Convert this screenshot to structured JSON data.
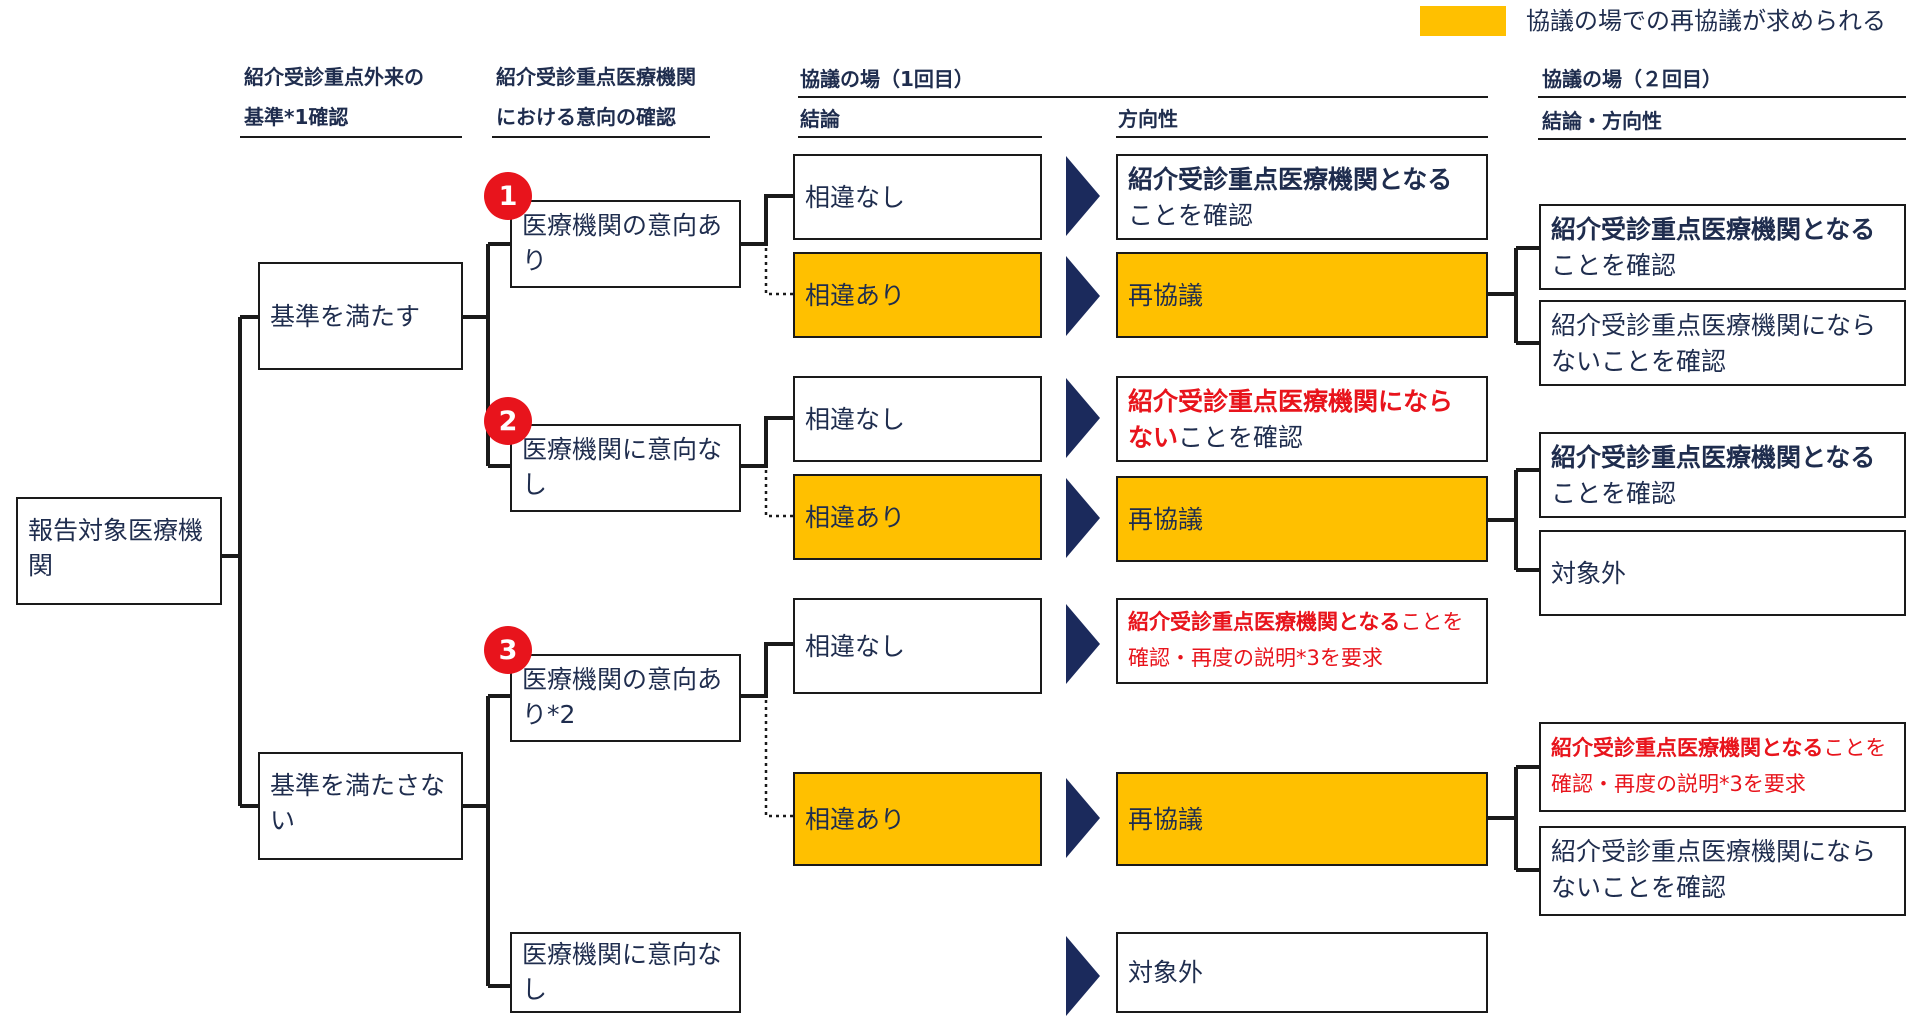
{
  "colors": {
    "highlight": "#ffc000",
    "emphasis": "#e8141c",
    "navy": "#1f2d4e",
    "badge": "#e8141c"
  },
  "legend": {
    "label": "協議の場での再協議が求められる"
  },
  "headers": {
    "col1_line1": "紹介受診重点外来の",
    "col1_line2": "基準*1確認",
    "col2_line1": "紹介受診重点医療機関",
    "col2_line2": "における意向の確認",
    "round1": "協議の場（1回目）",
    "round1_conclusion": "結論",
    "round1_direction": "方向性",
    "round2": "協議の場（２回目）",
    "round2_sub": "結論・方向性"
  },
  "root": {
    "label": "報告対象医療機関"
  },
  "criteria": {
    "meets": "基準を満たす",
    "not_meets": "基準を満たさない"
  },
  "badges": [
    "1",
    "2",
    "3"
  ],
  "intent": {
    "yes": "医療機関の意向あり",
    "no": "医療機関に意向なし",
    "yes2": "医療機関の意向あり*2",
    "no2": "医療機関に意向なし"
  },
  "conclusion": {
    "no_diff": "相違なし",
    "diff": "相違あり"
  },
  "direction": {
    "become_bold": "紹介受診重点医療機関とな",
    "become_bold2": "る",
    "become_rest": "ことを確認",
    "rediscuss": "再協議",
    "not_become_bold": "紹介受診重点医療機関にならない",
    "not_become_rest": "ことを確認",
    "become_req_bold": "紹介受診重点医療機関となる",
    "become_req_rest": "ことを確認・再度の説明*3を要求",
    "out_of_scope": "対象外"
  },
  "round2": {
    "become_bold": "紹介受診重点医療機関とな",
    "become_bold2": "る",
    "become_rest": "ことを確認",
    "not_become": "紹介受診重点医療機関にならないことを確認",
    "out_of_scope": "対象外",
    "become_req_bold": "紹介受診重点医療機関となる",
    "become_req_rest": "ことを確認・再度の説明*3を要求"
  }
}
